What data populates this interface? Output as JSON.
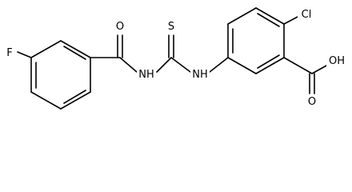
{
  "molecule": {
    "atoms": {
      "fluoro": "F",
      "amide_oxygen": "O",
      "amide_nh": "NH",
      "thione_sulfur": "S",
      "thiourea_nh": "NH",
      "chloro": "Cl",
      "acid_hydroxyl": "OH",
      "acid_oxygen": "O"
    }
  }
}
